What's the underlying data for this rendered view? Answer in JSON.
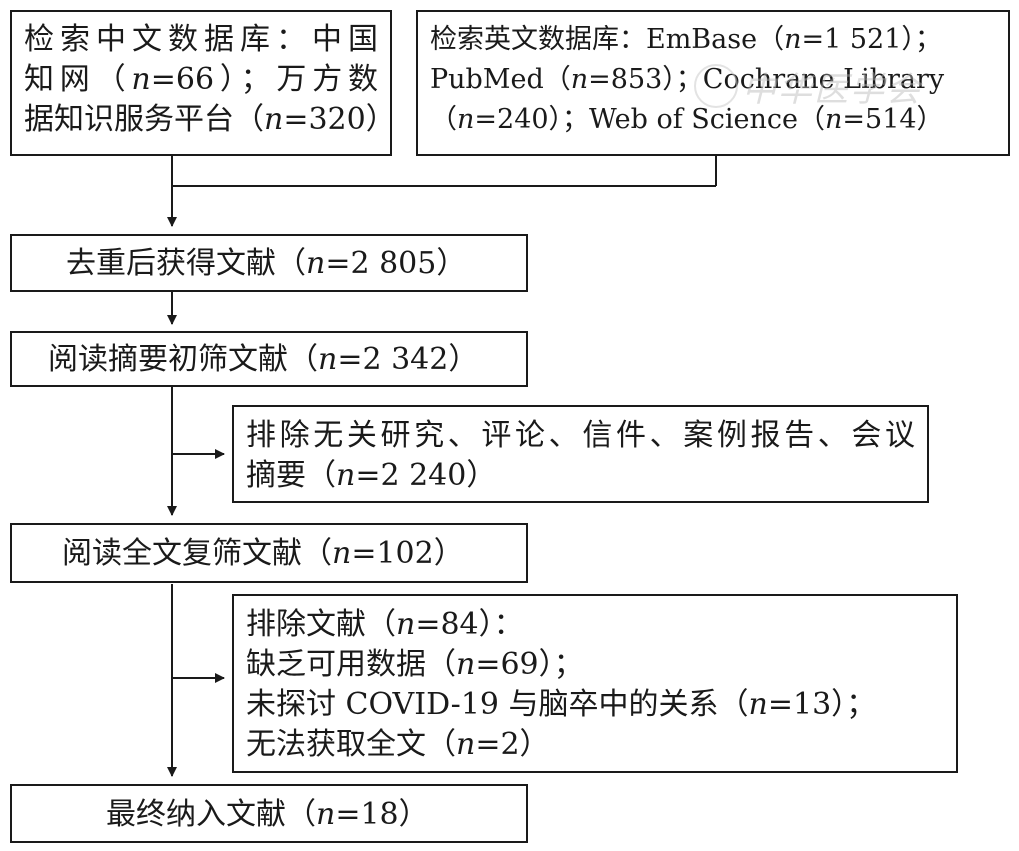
{
  "boxes": {
    "chinese_db": {
      "lines": [
        "检索中文数据库：中国",
        "知网（",
        "n",
        "=66）；万方数",
        "据知识服务平台（",
        "n",
        "=320）"
      ]
    },
    "english_db": {
      "line1_prefix": "检索英文数据库：EmBase（",
      "line1_n": "n",
      "line1_suffix": "=1 521）；",
      "line2_prefix": "PubMed（",
      "line2_n": "n",
      "line2_suffix": "=853）；Cochrane Library",
      "line3_prefix": "（",
      "line3_n1": "n",
      "line3_mid": "=240）；Web of Science（",
      "line3_n2": "n",
      "line3_suffix": "=514）"
    },
    "dedup": {
      "prefix": "去重后获得文献（",
      "n": "n",
      "suffix": "=2 805）"
    },
    "abstract_screen": {
      "prefix": "阅读摘要初筛文献（",
      "n": "n",
      "suffix": "=2 342）"
    },
    "exclude_abstract": {
      "line1": "排除无关研究、评论、信件、案例报告、会议",
      "line2_prefix": "摘要（",
      "line2_n": "n",
      "line2_suffix": "=2 240）"
    },
    "fulltext_screen": {
      "prefix": "阅读全文复筛文献（",
      "n": "n",
      "suffix": "=102）"
    },
    "exclude_fulltext": {
      "line1_prefix": "排除文献（",
      "line1_n": "n",
      "line1_suffix": "=84）：",
      "line2_prefix": "缺乏可用数据（",
      "line2_n": "n",
      "line2_suffix": "=69）；",
      "line3_prefix": "未探讨 COVID-19 与脑卒中的关系（",
      "line3_n": "n",
      "line3_suffix": "=13）；",
      "line4_prefix": "无法获取全文（",
      "line4_n": "n",
      "line4_suffix": "=2）"
    },
    "included": {
      "prefix": "最终纳入文献（",
      "n": "n",
      "suffix": "=18）"
    }
  },
  "watermark": "中华医学会"
}
